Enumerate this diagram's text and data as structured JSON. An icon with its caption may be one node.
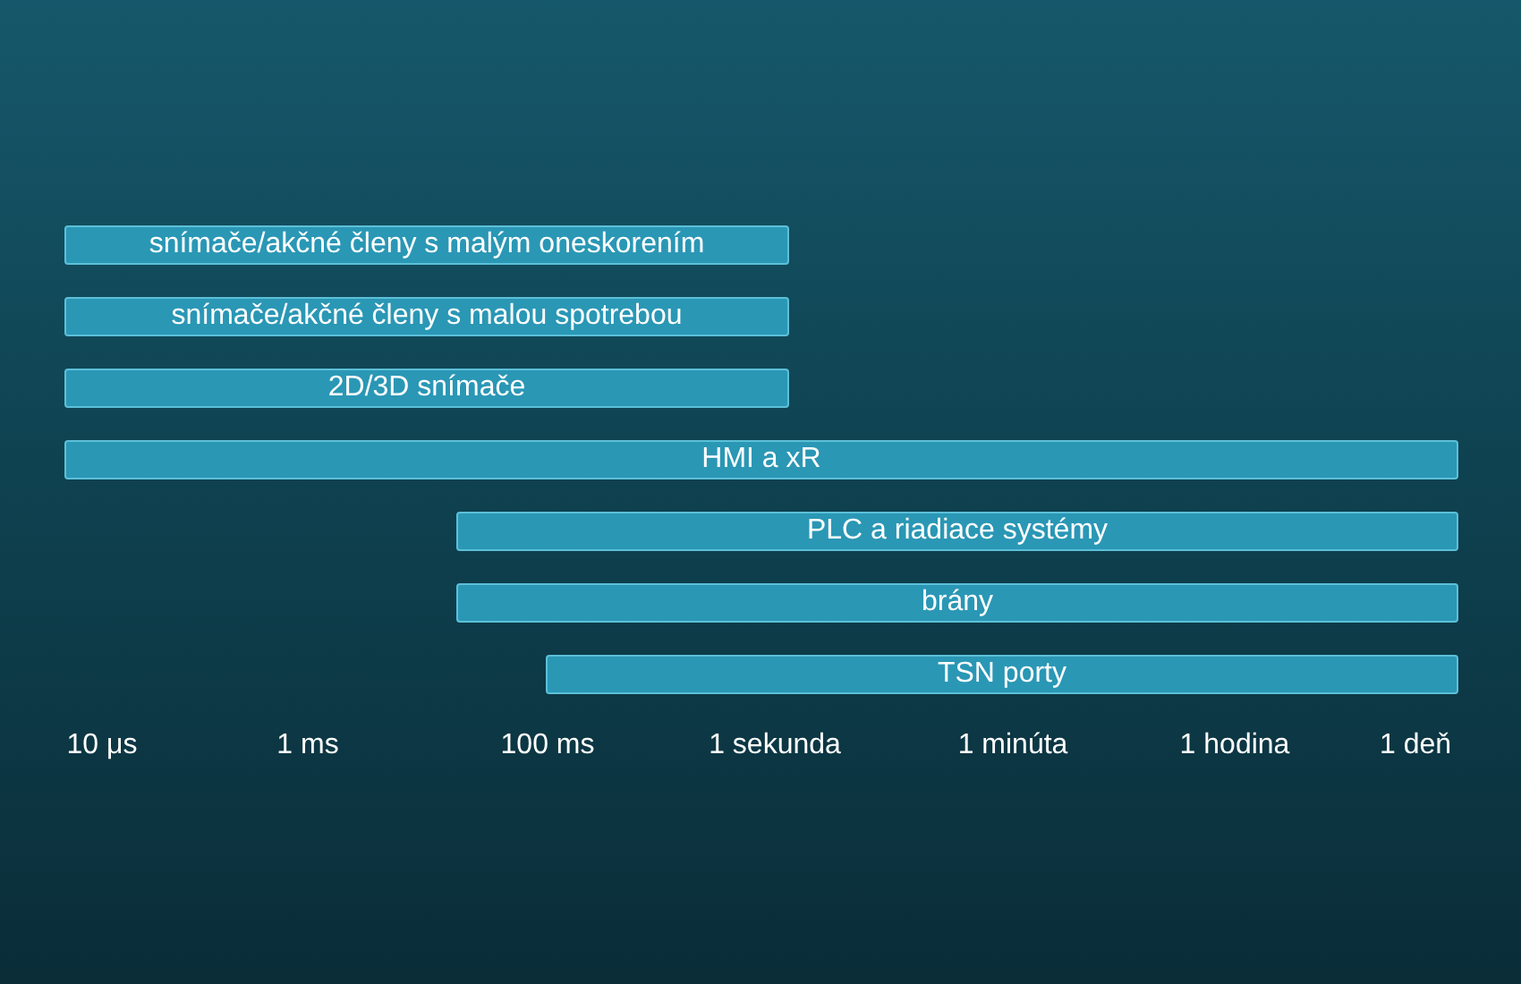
{
  "diagram": {
    "nodes": [
      {
        "text": [
          "snímače/akčné členy s malým oneskorením"
        ]
      },
      {
        "text": [
          "snímače/akčné členy s malou spotrebou"
        ]
      },
      {
        "text": [
          "2D/3D snímače"
        ]
      },
      {
        "text": [
          "HMI a xR"
        ]
      },
      {
        "text": [
          "PLC a riadiace systémy"
        ]
      },
      {
        "text": [
          "brány"
        ]
      },
      {
        "text": [
          "TSN porty"
        ]
      }
    ],
    "labels": [
      "10 μs",
      "1 ms",
      "100 ms",
      "1 sekunda",
      "1 minúta",
      "1 hodina",
      "1 deň"
    ]
  }
}
